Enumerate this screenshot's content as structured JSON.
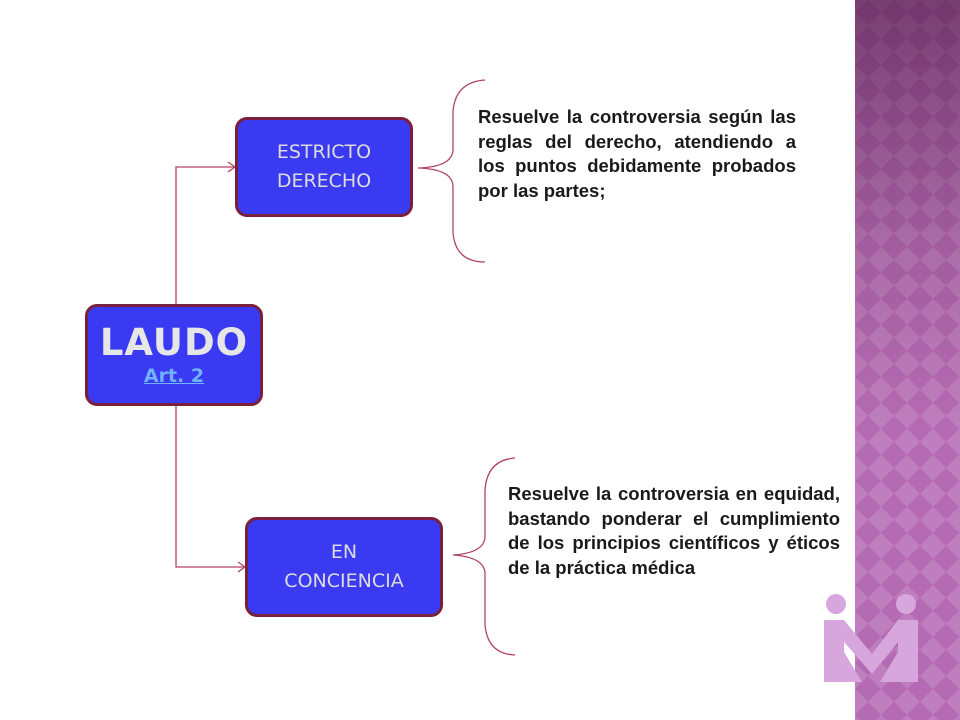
{
  "diagram": {
    "root": {
      "title": "LAUDO",
      "link": "Art. 2"
    },
    "branches": [
      {
        "label": "ESTRICTO\nDERECHO",
        "description": "Resuelve la controversia según las reglas del derecho, atendiendo a los puntos debidamente probados por las partes;"
      },
      {
        "label": "EN\nCONCIENCIA",
        "description": "Resuelve la controversia en equidad, bastando ponderar el cumplimiento de los principios científicos y éticos de la práctica médica"
      }
    ]
  },
  "colors": {
    "node_fill": "#3a3af2",
    "node_border": "#7a1f3c",
    "connector": "#b0455f",
    "brace": "#b0455f",
    "side_band": "#b56bb3",
    "logo": "#d7a6dd"
  }
}
